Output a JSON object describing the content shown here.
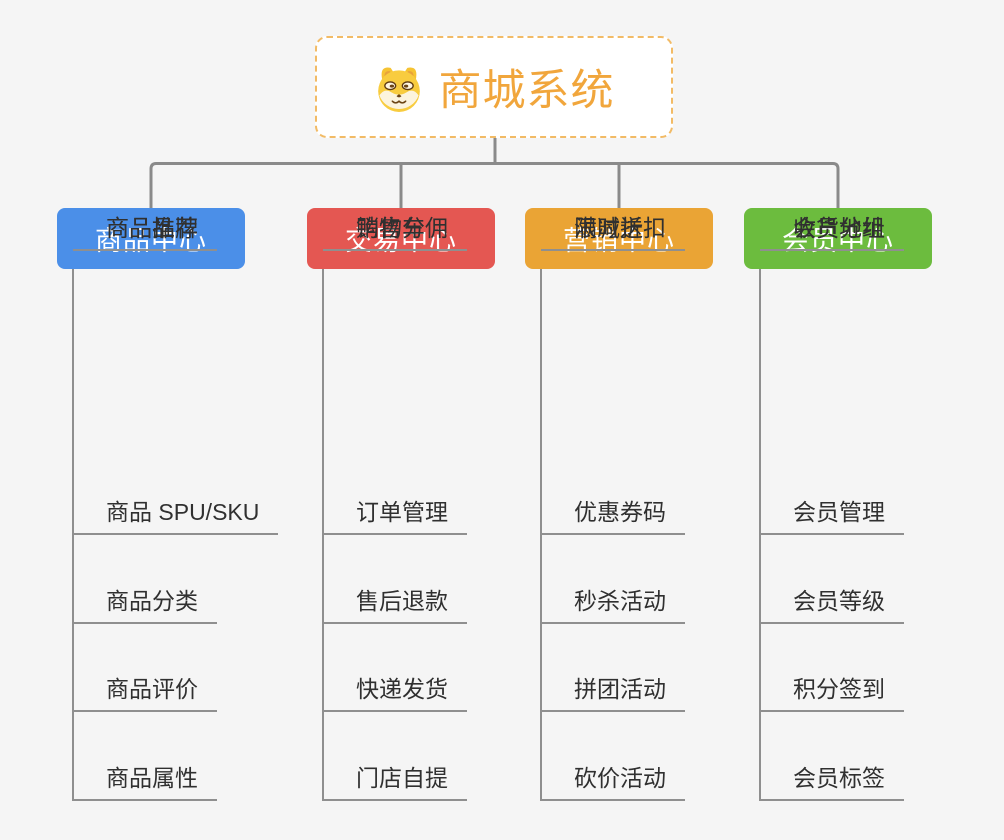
{
  "page": {
    "background": "#F5F5F5"
  },
  "root": {
    "title": "商城系统",
    "title_color": "#F1A63C",
    "border_color": "#F2BB66",
    "icon": "doge-icon"
  },
  "connector": {
    "color": "#8A8A8A",
    "leaf_line_color": "#8F8F8F"
  },
  "branches": [
    {
      "label": "商品中心",
      "color": "#4B8FE8",
      "children": [
        "商品 SPU/SKU",
        "商品分类",
        "商品评价",
        "商品属性",
        "商品推荐",
        "商品品牌"
      ]
    },
    {
      "label": "交易中心",
      "color": "#E45752",
      "children": [
        "订单管理",
        "售后退款",
        "快递发货",
        "门店自提",
        "购物车",
        "销售分佣"
      ]
    },
    {
      "label": "营销中心",
      "color": "#EAA435",
      "children": [
        "优惠券码",
        "秒杀活动",
        "拼团活动",
        "砍价活动",
        "限时折扣",
        "满减送"
      ]
    },
    {
      "label": "会员中心",
      "color": "#6CBC3E",
      "children": [
        "会员管理",
        "会员等级",
        "积分签到",
        "会员标签",
        "会员分组",
        "收货地址"
      ]
    }
  ]
}
